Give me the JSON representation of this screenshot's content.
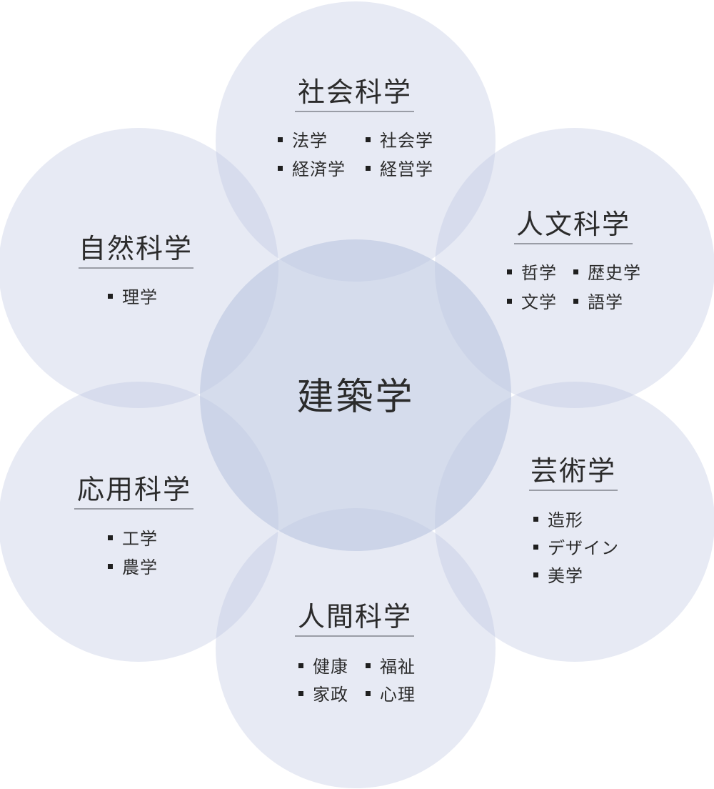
{
  "center": {
    "label": "建築学"
  },
  "colors": {
    "circle_fill": "#bcc6e0",
    "text": "#2b2b2b",
    "bullet": "#1f1f1f"
  },
  "fields": [
    {
      "id": "shakai",
      "title": "社会科学",
      "items": [
        "法学",
        "社会学",
        "経済学",
        "経営学"
      ]
    },
    {
      "id": "jinbun",
      "title": "人文科学",
      "items": [
        "哲学",
        "歴史学",
        "文学",
        "語学"
      ]
    },
    {
      "id": "geijutsu",
      "title": "芸術学",
      "items": [
        "造形",
        "デザイン",
        "美学"
      ]
    },
    {
      "id": "ningen",
      "title": "人間科学",
      "items": [
        "健康",
        "福祉",
        "家政",
        "心理"
      ]
    },
    {
      "id": "ouyou",
      "title": "応用科学",
      "items": [
        "工学",
        "農学"
      ]
    },
    {
      "id": "shizen",
      "title": "自然科学",
      "items": [
        "理学"
      ]
    }
  ]
}
